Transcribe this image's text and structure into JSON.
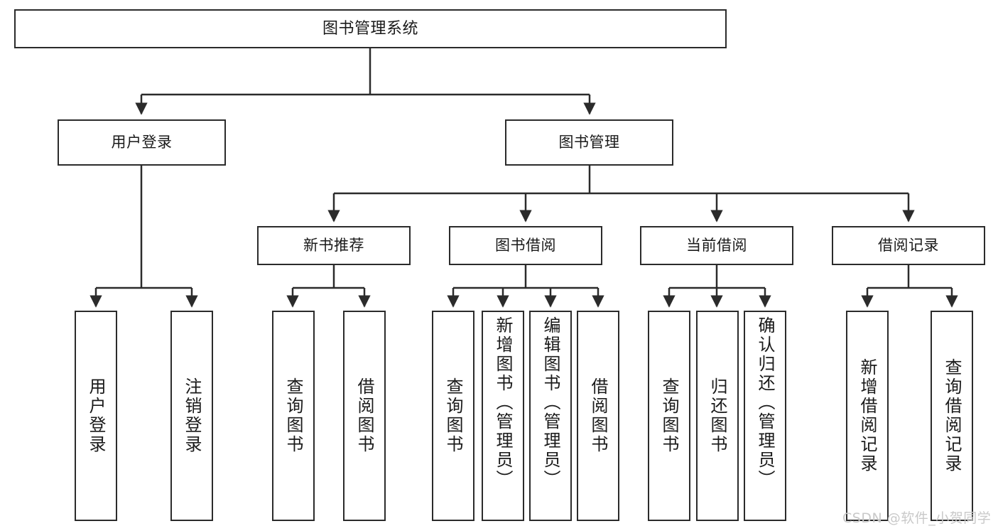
{
  "diagram": {
    "title": "图书管理系统",
    "type": "tree-hierarchy-diagram",
    "accent_color": "#2b2b2b",
    "background_color": "#ffffff",
    "watermark": "CSDN @软件_小贺同学",
    "levels": {
      "root": {
        "label": "图书管理系统"
      },
      "level2": [
        {
          "label": "用户登录"
        },
        {
          "label": "图书管理"
        }
      ],
      "level3": [
        {
          "label": "新书推荐"
        },
        {
          "label": "图书借阅"
        },
        {
          "label": "当前借阅"
        },
        {
          "label": "借阅记录"
        }
      ],
      "leaves": {
        "user_login": [
          {
            "label": "用户登录"
          },
          {
            "label": "注销登录"
          }
        ],
        "new_book_recommend": [
          {
            "label": "查询图书"
          },
          {
            "label": "借阅图书"
          }
        ],
        "book_borrow": [
          {
            "label": "查询图书"
          },
          {
            "label": "新增图书（管理员）"
          },
          {
            "label": "编辑图书（管理员）"
          },
          {
            "label": "借阅图书"
          }
        ],
        "current_borrow": [
          {
            "label": "查询图书"
          },
          {
            "label": "归还图书"
          },
          {
            "label": "确认归还（管理员）"
          }
        ],
        "borrow_records": [
          {
            "label": "新增借阅记录"
          },
          {
            "label": "查询借阅记录"
          }
        ]
      }
    }
  }
}
